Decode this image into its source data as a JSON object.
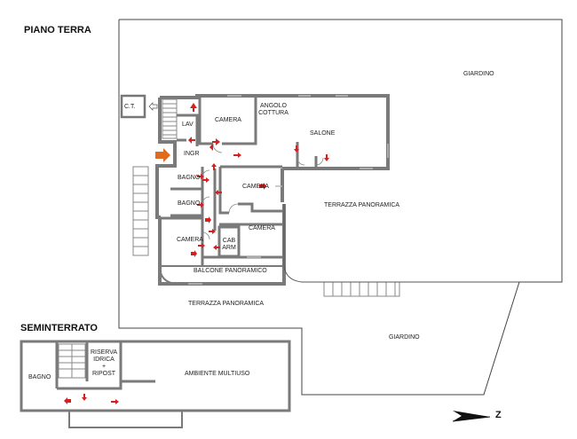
{
  "titles": {
    "ground_floor": "PIANO  TERRA",
    "basement": "SEMINTERRATO"
  },
  "rooms": {
    "ct": "C.T.",
    "lav": "LAV",
    "camera_1": "CAMERA",
    "angolo_cottura_1": "ANGOLO",
    "angolo_cottura_2": "COTTURA",
    "salone": "SALONE",
    "ingr": "INGR",
    "bagno_1": "BAGNO",
    "camera_2": "CAMERA",
    "bagno_2": "BAGNO",
    "camera_3": "CAMERA",
    "camera_4": "CAMERA",
    "cab_arm_1": "CAB",
    "cab_arm_2": "ARM",
    "balcone": "BALCONE PANORAMICO",
    "terrazza_1": "TERRAZZA PANORAMICA",
    "terrazza_2": "TERRAZZA PANORAMICA",
    "giardino_1": "GIARDINO",
    "giardino_2": "GIARDINO",
    "bagno_basement": "BAGNO",
    "riserva_1": "RISERVA",
    "riserva_2": "IDRICA",
    "riserva_3": "+",
    "riserva_4": "RIPOST",
    "ambiente": "AMBIENTE MULTIUSO"
  },
  "compass": {
    "label": "Z"
  },
  "colors": {
    "wall": "#7a7a7a",
    "outline": "#555555",
    "arrow_red": "#d42020",
    "entrance_arrow": "#e06a1e",
    "background": "#ffffff"
  }
}
